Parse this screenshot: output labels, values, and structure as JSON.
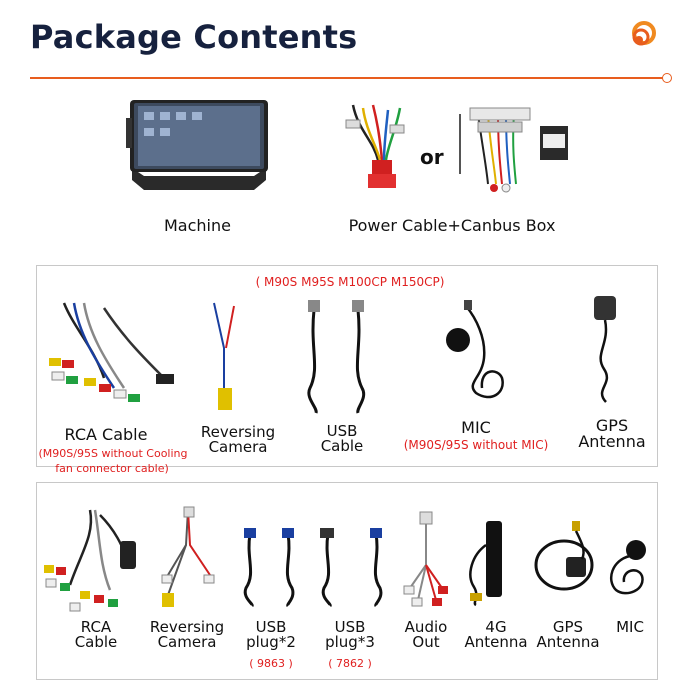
{
  "header": {
    "title": "Package Contents"
  },
  "top": {
    "machine_label": "Machine",
    "power_label": "Power Cable+Canbus Box",
    "or_label": "or"
  },
  "section1": {
    "models_note": "( M90S M95S M100CP M150CP)",
    "items": [
      {
        "label_line1": "RCA Cable",
        "label_line2": ""
      },
      {
        "label_line1": "Reversing",
        "label_line2": "Camera"
      },
      {
        "label_line1": "USB",
        "label_line2": "Cable"
      },
      {
        "label_line1": "MIC",
        "label_line2": ""
      },
      {
        "label_line1": "GPS",
        "label_line2": "Antenna"
      }
    ],
    "rca_note_line1": "(M90S/95S without Cooling",
    "rca_note_line2": "fan connector cable)",
    "mic_note": "(M90S/95S without MIC)"
  },
  "section2": {
    "items": [
      {
        "label_line1": "RCA",
        "label_line2": "Cable",
        "note": ""
      },
      {
        "label_line1": "Reversing",
        "label_line2": "Camera",
        "note": ""
      },
      {
        "label_line1": "USB",
        "label_line2": "plug*2",
        "note": "( 9863 )"
      },
      {
        "label_line1": "USB",
        "label_line2": "plug*3",
        "note": "( 7862 )"
      },
      {
        "label_line1": "Audio",
        "label_line2": "Out",
        "note": ""
      },
      {
        "label_line1": "4G",
        "label_line2": "Antenna",
        "note": ""
      },
      {
        "label_line1": "GPS",
        "label_line2": "Antenna",
        "note": ""
      },
      {
        "label_line1": "MIC",
        "label_line2": "",
        "note": ""
      }
    ]
  },
  "colors": {
    "accent": "#e85d1e",
    "title": "#16213e",
    "note_red": "#e02020",
    "box_border": "#c8c8c8"
  }
}
